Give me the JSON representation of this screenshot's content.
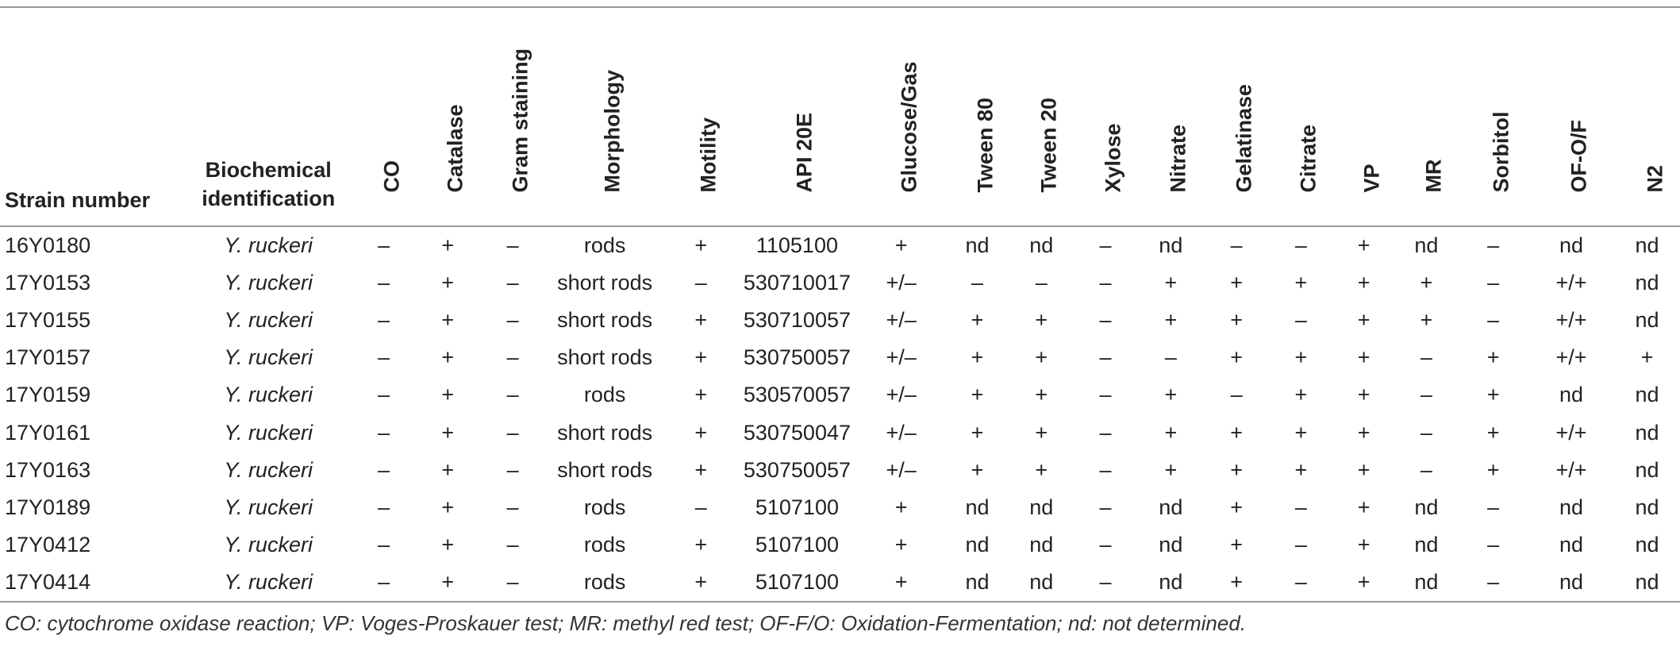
{
  "table": {
    "columns": [
      "Strain number",
      "Biochemical identification",
      "CO",
      "Catalase",
      "Gram staining",
      "Morphology",
      "Motility",
      "API 20E",
      "Glucose/Gas",
      "Tween 80",
      "Tween 20",
      "Xylose",
      "Nitrate",
      "Gelatinase",
      "Citrate",
      "VP",
      "MR",
      "Sorbitol",
      "OF-O/F",
      "N2"
    ],
    "rows": [
      [
        "16Y0180",
        "Y. ruckeri",
        "–",
        "+",
        "–",
        "rods",
        "+",
        "1105100",
        "+",
        "nd",
        "nd",
        "–",
        "nd",
        "–",
        "–",
        "+",
        "nd",
        "–",
        "nd",
        "nd"
      ],
      [
        "17Y0153",
        "Y. ruckeri",
        "–",
        "+",
        "–",
        "short rods",
        "–",
        "530710017",
        "+/–",
        "–",
        "–",
        "–",
        "+",
        "+",
        "+",
        "+",
        "+",
        "–",
        "+/+",
        "nd"
      ],
      [
        "17Y0155",
        "Y. ruckeri",
        "–",
        "+",
        "–",
        "short rods",
        "+",
        "530710057",
        "+/–",
        "+",
        "+",
        "–",
        "+",
        "+",
        "–",
        "+",
        "+",
        "–",
        "+/+",
        "nd"
      ],
      [
        "17Y0157",
        "Y. ruckeri",
        "–",
        "+",
        "–",
        "short rods",
        "+",
        "530750057",
        "+/–",
        "+",
        "+",
        "–",
        "–",
        "+",
        "+",
        "+",
        "–",
        "+",
        "+/+",
        "+"
      ],
      [
        "17Y0159",
        "Y. ruckeri",
        "–",
        "+",
        "–",
        "rods",
        "+",
        "530570057",
        "+/–",
        "+",
        "+",
        "–",
        "+",
        "–",
        "+",
        "+",
        "–",
        "+",
        "nd",
        "nd"
      ],
      [
        "17Y0161",
        "Y. ruckeri",
        "–",
        "+",
        "–",
        "short rods",
        "+",
        "530750047",
        "+/–",
        "+",
        "+",
        "–",
        "+",
        "+",
        "+",
        "+",
        "–",
        "+",
        "+/+",
        "nd"
      ],
      [
        "17Y0163",
        "Y. ruckeri",
        "–",
        "+",
        "–",
        "short rods",
        "+",
        "530750057",
        "+/–",
        "+",
        "+",
        "–",
        "+",
        "+",
        "+",
        "+",
        "–",
        "+",
        "+/+",
        "nd"
      ],
      [
        "17Y0189",
        "Y. ruckeri",
        "–",
        "+",
        "–",
        "rods",
        "–",
        "5107100",
        "+",
        "nd",
        "nd",
        "–",
        "nd",
        "+",
        "–",
        "+",
        "nd",
        "–",
        "nd",
        "nd"
      ],
      [
        "17Y0412",
        "Y. ruckeri",
        "–",
        "+",
        "–",
        "rods",
        "+",
        "5107100",
        "+",
        "nd",
        "nd",
        "–",
        "nd",
        "+",
        "–",
        "+",
        "nd",
        "–",
        "nd",
        "nd"
      ],
      [
        "17Y0414",
        "Y. ruckeri",
        "–",
        "+",
        "–",
        "rods",
        "+",
        "5107100",
        "+",
        "nd",
        "nd",
        "–",
        "nd",
        "+",
        "–",
        "+",
        "nd",
        "–",
        "nd",
        "nd"
      ]
    ]
  },
  "footnote": "CO: cytochrome oxidase reaction; VP: Voges-Proskauer test; MR: methyl red test; OF-F/O: Oxidation-Fermentation; nd: not determined."
}
